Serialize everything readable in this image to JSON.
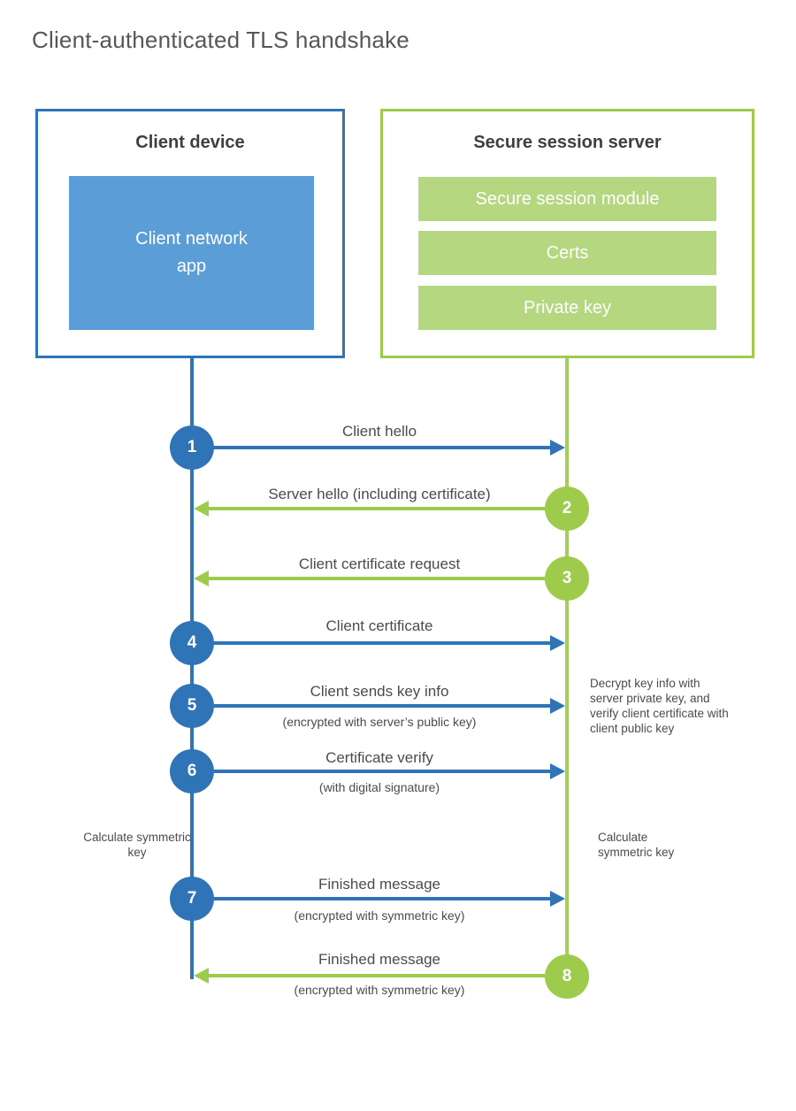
{
  "title": "Client-authenticated TLS handshake",
  "colors": {
    "blue": "#2e74b6",
    "blue_fill": "#5b9ed7",
    "green": "#9ecb4c",
    "green_fill": "#b5d780"
  },
  "client": {
    "title": "Client device",
    "app_label_line1": "Client network",
    "app_label_line2": "app"
  },
  "server": {
    "title": "Secure session server",
    "modules": [
      "Secure session module",
      "Certs",
      "Private key"
    ]
  },
  "steps": [
    {
      "num": "1",
      "label": "Client hello",
      "sub": "",
      "direction": "right",
      "color": "blue"
    },
    {
      "num": "2",
      "label": "Server hello (including certificate)",
      "sub": "",
      "direction": "left",
      "color": "green"
    },
    {
      "num": "3",
      "label": "Client certificate request",
      "sub": "",
      "direction": "left",
      "color": "green"
    },
    {
      "num": "4",
      "label": "Client certificate",
      "sub": "",
      "direction": "right",
      "color": "blue"
    },
    {
      "num": "5",
      "label": "Client sends key info",
      "sub": "(encrypted with server’s public key)",
      "direction": "right",
      "color": "blue"
    },
    {
      "num": "6",
      "label": "Certificate verify",
      "sub": "(with digital signature)",
      "direction": "right",
      "color": "blue"
    },
    {
      "num": "7",
      "label": "Finished message",
      "sub": "(encrypted with symmetric key)",
      "direction": "right",
      "color": "blue"
    },
    {
      "num": "8",
      "label": "Finished message",
      "sub": "(encrypted with symmetric key)",
      "direction": "left",
      "color": "green"
    }
  ],
  "notes": {
    "decrypt": "Decrypt key info with server private key, and verify client certificate with client public key",
    "calc_left": "Calculate symmetric key",
    "calc_right": "Calculate symmetric key"
  }
}
